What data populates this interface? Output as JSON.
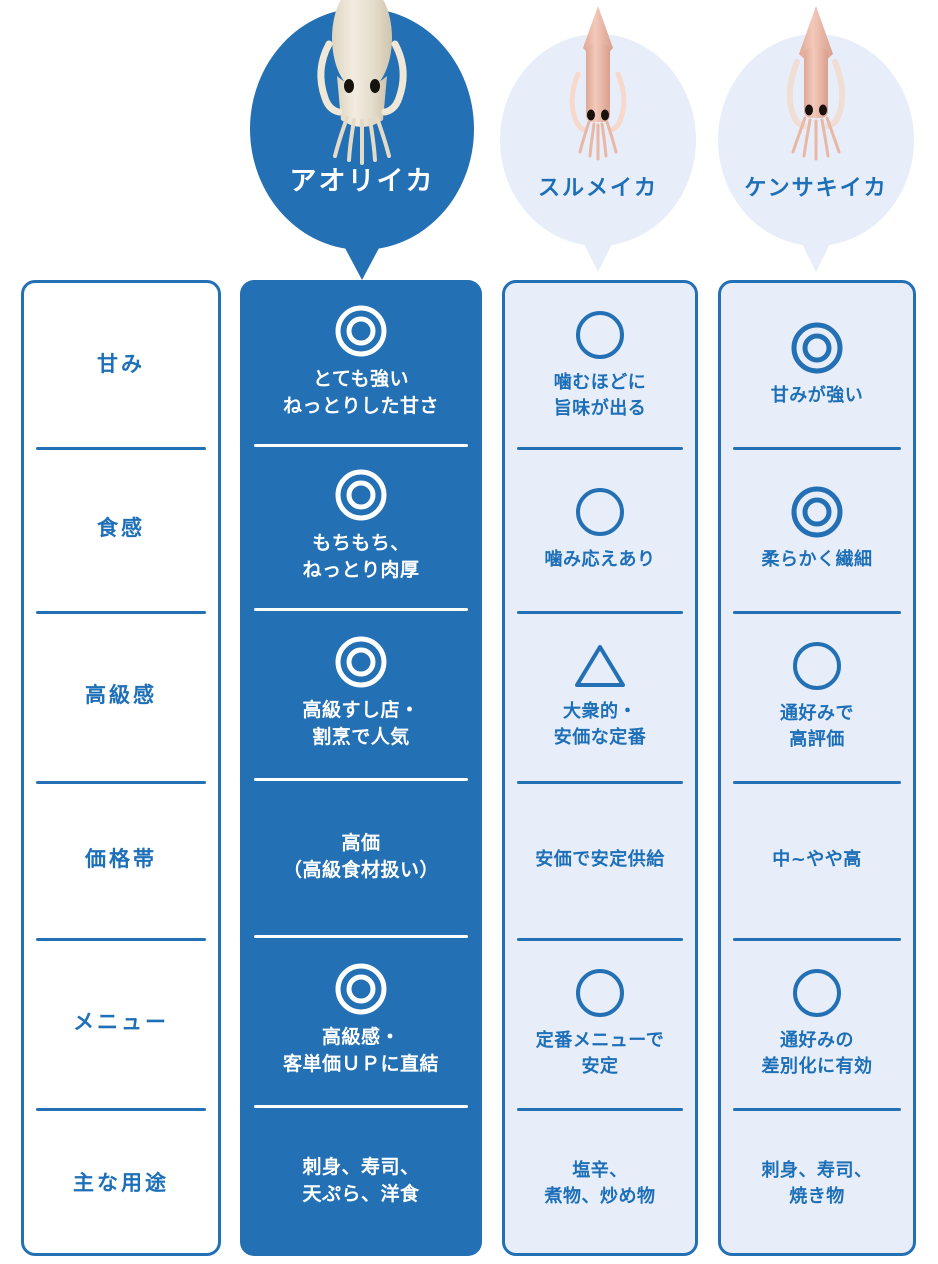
{
  "header": {
    "bubbles": [
      {
        "name": "アオリイカ",
        "style": "primary",
        "icon": "squid-aoriika-icon",
        "color": "#2470b5",
        "text_color": "#ffffff"
      },
      {
        "name": "スルメイカ",
        "style": "muted",
        "icon": "squid-surumeika-icon",
        "color": "#e8eef9",
        "text_color": "#1d6fb8"
      },
      {
        "name": "ケンサキイカ",
        "style": "muted",
        "icon": "squid-kensakiika-icon",
        "color": "#e8eef9",
        "text_color": "#1d6fb8"
      }
    ]
  },
  "colors": {
    "primary_blue": "#2470b5",
    "light_blue": "#e8eef9",
    "text_blue": "#1d6fb8",
    "white": "#ffffff"
  },
  "table": {
    "row_labels": [
      "甘み",
      "食感",
      "高級感",
      "価格帯",
      "メニュー",
      "主な用途"
    ],
    "columns": [
      {
        "header": "アオリイカ",
        "style": "highlight",
        "cells": [
          {
            "rating": "double-circle",
            "text": "とても強い\nねっとりした甘さ"
          },
          {
            "rating": "double-circle",
            "text": "もちもち、\nねっとり肉厚"
          },
          {
            "rating": "double-circle",
            "text": "高級すし店・\n割烹で人気"
          },
          {
            "rating": "",
            "text": "高価\n（高級食材扱い）"
          },
          {
            "rating": "double-circle",
            "text": "高級感・\n客単価ＵＰに直結"
          },
          {
            "rating": "",
            "text": "刺身、寿司、\n天ぷら、洋食"
          }
        ]
      },
      {
        "header": "スルメイカ",
        "style": "plain",
        "cells": [
          {
            "rating": "circle",
            "text": "噛むほどに\n旨味が出る"
          },
          {
            "rating": "circle",
            "text": "噛み応えあり"
          },
          {
            "rating": "triangle",
            "text": "大衆的・\n安価な定番"
          },
          {
            "rating": "",
            "text": "安価で安定供給"
          },
          {
            "rating": "circle",
            "text": "定番メニューで\n安定"
          },
          {
            "rating": "",
            "text": "塩辛、\n煮物、炒め物"
          }
        ]
      },
      {
        "header": "ケンサキイカ",
        "style": "plain",
        "cells": [
          {
            "rating": "double-circle",
            "text": "甘みが強い"
          },
          {
            "rating": "double-circle",
            "text": "柔らかく繊細"
          },
          {
            "rating": "circle",
            "text": "通好みで\n高評価"
          },
          {
            "rating": "",
            "text": "中~やや高"
          },
          {
            "rating": "circle",
            "text": "通好みの\n差別化に有効"
          },
          {
            "rating": "",
            "text": "刺身、寿司、\n焼き物"
          }
        ]
      }
    ]
  }
}
